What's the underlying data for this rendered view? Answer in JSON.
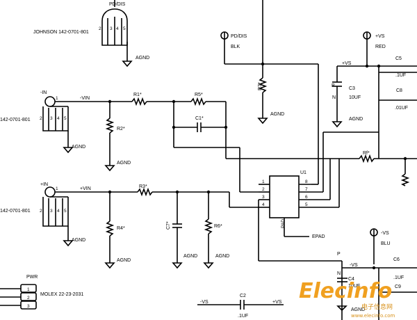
{
  "connectors": {
    "top": {
      "label": "PD/DIS",
      "part": "JOHNSON 142-0701-801",
      "pins": [
        "2",
        "3",
        "4",
        "5"
      ]
    },
    "inv": {
      "label": "-IN",
      "part": "142-0701-801",
      "pin1": "1",
      "pins": [
        "2",
        "3",
        "4",
        "5"
      ]
    },
    "noninv": {
      "label": "+IN",
      "part": "142-0701-801",
      "pin1": "1",
      "pins": [
        "2",
        "3",
        "4",
        "5"
      ]
    }
  },
  "nets": {
    "agnd": "AGND",
    "neg_vin": "-VIN",
    "pos_vin": "+VIN",
    "pos_vs": "+VS",
    "neg_vs": "-VS",
    "epad": "EPAD"
  },
  "testpoints": {
    "pd": {
      "name": "PD/DIS",
      "color": "BLK"
    },
    "vs_pos": {
      "name": "+VS",
      "color": "RED"
    },
    "vs_neg": {
      "name": "-VS",
      "color": "BLU"
    }
  },
  "components": {
    "r1": "R1*",
    "r2": "R2*",
    "r3": "R3*",
    "r4": "R4*",
    "r5": "R5*",
    "r6": "R6*",
    "r7": "R7*",
    "rf": "Rf*",
    "c1": "C1*",
    "c7": "C7*",
    "c2": {
      "ref": "C2",
      "value": ".1UF"
    },
    "c3": {
      "ref": "C3",
      "value": "10UF"
    },
    "c4": {
      "ref": "C4",
      "value": "10UF"
    },
    "c5": {
      "ref": "C5",
      "value": ".1UF"
    },
    "c6": {
      "ref": "C6",
      "value": ".1UF"
    },
    "c8": {
      "ref": "C8",
      "value": ".01UF"
    },
    "c9": {
      "ref": "C9",
      "value": ""
    }
  },
  "polarity": {
    "p": "P",
    "n": "N"
  },
  "ic": {
    "ref": "U1",
    "pad": "PAD",
    "pins": [
      "1",
      "2",
      "3",
      "4",
      "5",
      "6",
      "7",
      "8"
    ]
  },
  "power_header": {
    "label": "PWR",
    "part": "MOLEX 22-23-2031",
    "pins": [
      "1",
      "2",
      "3"
    ]
  },
  "watermark": {
    "brand": "Elecinfo",
    "sub": "电子信息网",
    "url": "www.elecinfo.com"
  },
  "colors": {
    "wire": "#000000",
    "watermark": "#f0a020"
  }
}
